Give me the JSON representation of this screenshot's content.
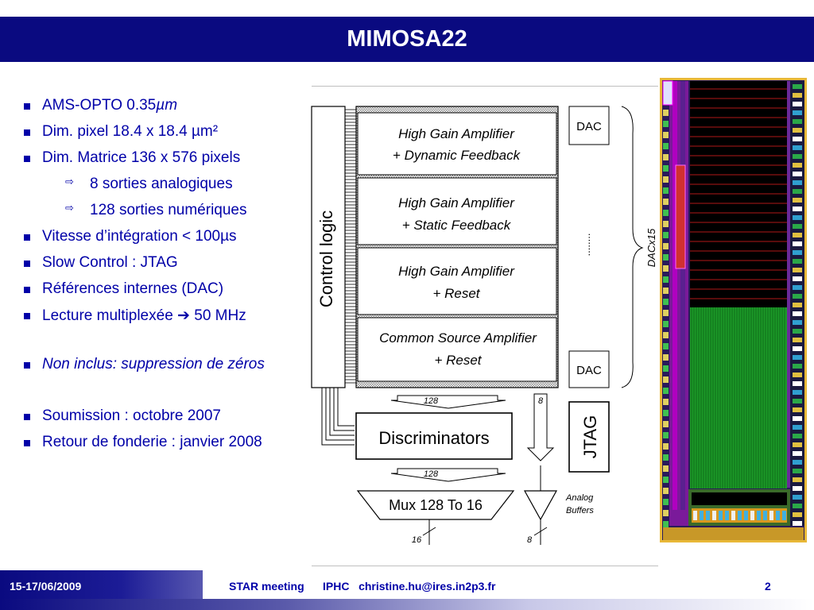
{
  "header": {
    "title": "MIMOSA22"
  },
  "bullets": {
    "b1_prefix": "AMS-OPTO 0.35",
    "b1_unit": "µm",
    "b2": "Dim. pixel  18.4 x 18.4 µm²",
    "b3": "Dim. Matrice 136 x 576 pixels",
    "s1": "8 sorties analogiques",
    "s2": "128 sorties numériques",
    "b4": "Vitesse d’intégration < 100µs",
    "b5": "Slow Control : JTAG",
    "b6": "Références internes (DAC)",
    "b7_prefix": "Lecture multiplexée",
    "b7_arrow": "➔",
    "b7_suffix": "50 MHz",
    "b8": "Non inclus: suppression de zéros",
    "b9": "Soumission : octobre 2007",
    "b10": "Retour de fonderie : janvier 2008"
  },
  "diagram": {
    "control_logic": "Control logic",
    "hga_dyn_1": "High Gain Amplifier",
    "hga_dyn_2": "+ Dynamic Feedback",
    "hga_stat_1": "High Gain Amplifier",
    "hga_stat_2": "+ Static Feedback",
    "hga_reset_1": "High Gain Amplifier",
    "hga_reset_2": "+ Reset",
    "csa_1": "Common Source Amplifier",
    "csa_2": "+ Reset",
    "dac_top": "DAC",
    "dac_bottom": "DAC",
    "dac_dots": "........",
    "dac_group": "DACx15",
    "bus_128_a": "128",
    "bus_8": "8",
    "discriminators": "Discriminators",
    "jtag": "JTAG",
    "bus_128_b": "128",
    "mux": "Mux 128 To 16",
    "analog_1": "Analog",
    "analog_2": "Buffers",
    "out_16": "16",
    "out_8": "8"
  },
  "footer": {
    "date": "15-17/06/2009",
    "info": "STAR meeting      IPHC   christine.hu@ires.in2p3.fr",
    "page": "2"
  },
  "colors": {
    "title_bg": "#0a0a80",
    "text_blue": "#0000a8",
    "chip_green": "#1c9a28",
    "chip_magenta": "#b000c0"
  }
}
